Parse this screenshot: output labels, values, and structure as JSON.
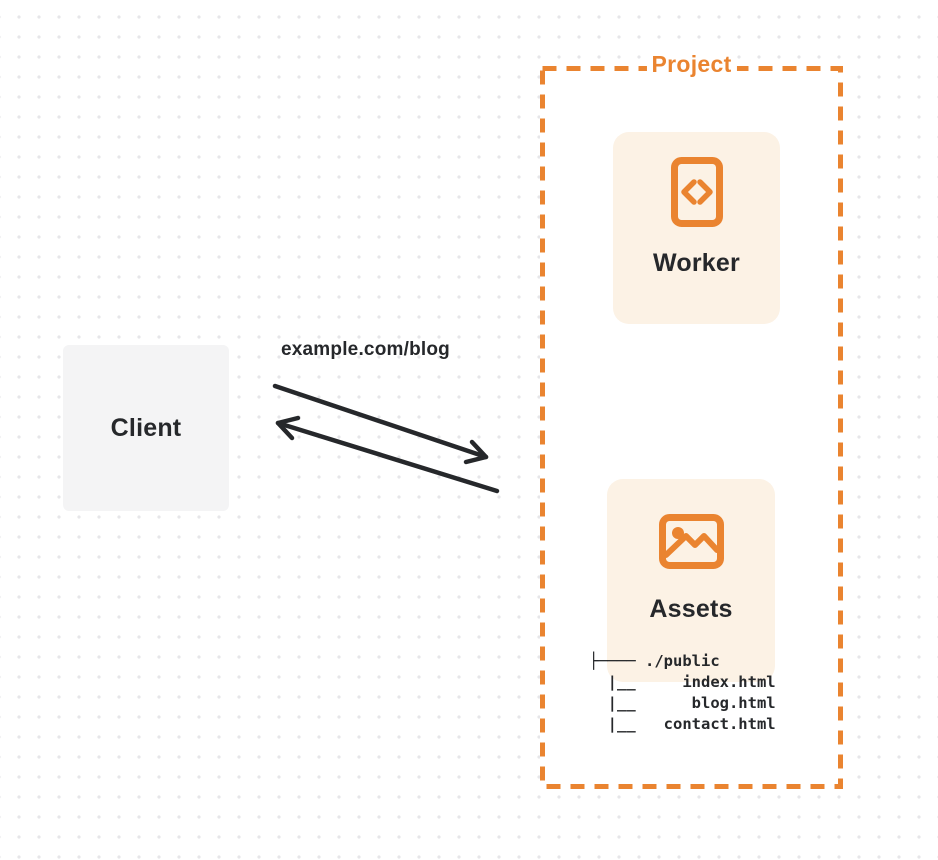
{
  "colors": {
    "orange": "#ea8430",
    "card_background": "#fcf2e5",
    "client_background": "#f4f4f5",
    "ink": "#26282b",
    "dot_grid": "#e6e6e9"
  },
  "client": {
    "label": "Client"
  },
  "request": {
    "label": "example.com/blog"
  },
  "project": {
    "label": "Project",
    "worker": {
      "label": "Worker",
      "icon": "code-icon"
    },
    "assets": {
      "label": "Assets",
      "icon": "image-icon",
      "file_tree": [
        "├──── ./public",
        "  |__     index.html",
        "  |__      blog.html",
        "  |__   contact.html"
      ]
    }
  }
}
